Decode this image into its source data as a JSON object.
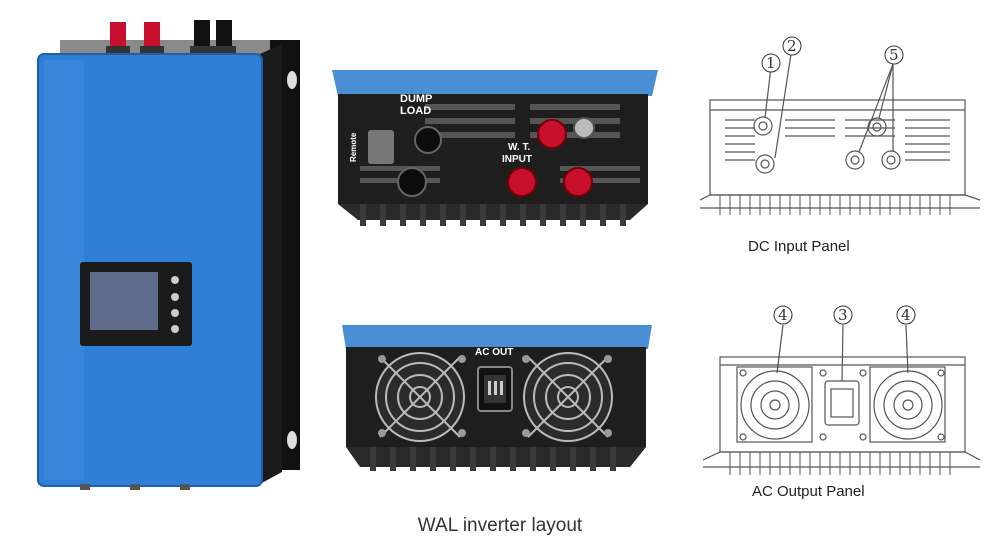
{
  "captions": {
    "main": "WAL inverter layout",
    "dc_panel": "DC Input Panel",
    "ac_panel": "AC Output Panel"
  },
  "photo_labels": {
    "dump_load_line1": "DUMP",
    "dump_load_line2": "LOAD",
    "wt_input_line1": "W. T.",
    "wt_input_line2": "INPUT",
    "remote": "Remote",
    "ac_out": "AC OUT"
  },
  "callouts": {
    "c1": "1",
    "c2": "2",
    "c3": "3",
    "c4a": "4",
    "c4b": "4",
    "c5": "5"
  },
  "colors": {
    "housing_blue": "#2f7fd6",
    "lid_blue": "#4a8fd6",
    "body_black": "#1e1e1e",
    "terminal_red": "#c8102e"
  }
}
